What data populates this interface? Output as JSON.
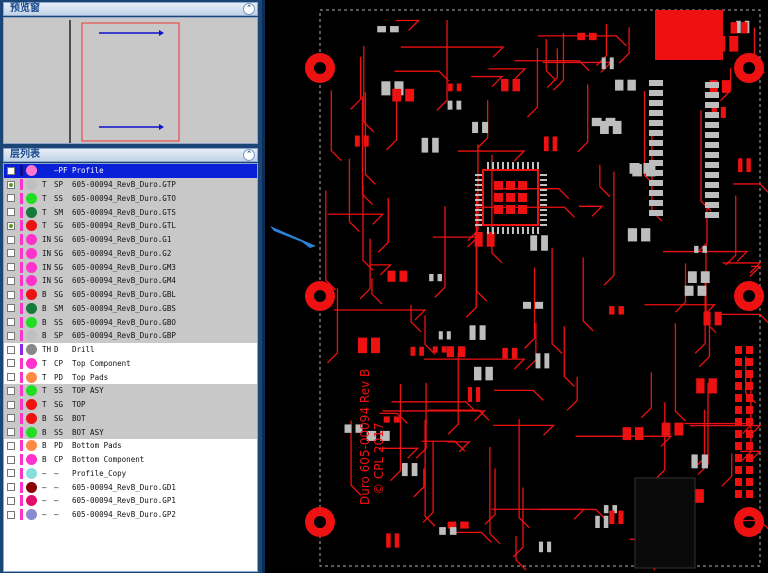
{
  "preview": {
    "title": "预览窗",
    "collapse": "⌃"
  },
  "layers": {
    "title": "层列表",
    "collapse": "⌃",
    "rows": [
      {
        "checked": false,
        "bar": "#0a0a8a",
        "dot": "#ff77cc",
        "side": "",
        "fn": "—PF",
        "name": "Profile",
        "style": "sel"
      },
      {
        "checked": true,
        "bar": "#ff33cc",
        "dot": "#bfbfbf",
        "side": "T",
        "fn": "SP",
        "name": "605-00094_RevB_Duro.GTP",
        "style": "grey"
      },
      {
        "checked": false,
        "bar": "#ff33cc",
        "dot": "#22dd22",
        "side": "T",
        "fn": "SS",
        "name": "605-00094_RevB_Duro.GTO",
        "style": "grey"
      },
      {
        "checked": false,
        "bar": "#ff33cc",
        "dot": "#157a3a",
        "side": "T",
        "fn": "SM",
        "name": "605-00094_RevB_Duro.GTS",
        "style": "grey"
      },
      {
        "checked": true,
        "bar": "#ff33cc",
        "dot": "#ee1111",
        "side": "T",
        "fn": "SG",
        "name": "605-00094_RevB_Duro.GTL",
        "style": "grey"
      },
      {
        "checked": false,
        "bar": "#ff33cc",
        "dot": "#ff33cc",
        "side": "IN",
        "fn": "SG",
        "name": "605-00094_RevB_Duro.G1",
        "style": "grey"
      },
      {
        "checked": false,
        "bar": "#ff33cc",
        "dot": "#ff33cc",
        "side": "IN",
        "fn": "SG",
        "name": "605-00094_RevB_Duro.G2",
        "style": "grey"
      },
      {
        "checked": false,
        "bar": "#ff33cc",
        "dot": "#ff33cc",
        "side": "IN",
        "fn": "SG",
        "name": "605-00094_RevB_Duro.GM3",
        "style": "grey"
      },
      {
        "checked": false,
        "bar": "#ff33cc",
        "dot": "#ff33cc",
        "side": "IN",
        "fn": "SG",
        "name": "605-00094_RevB_Duro.GM4",
        "style": "grey"
      },
      {
        "checked": false,
        "bar": "#ff33cc",
        "dot": "#ee1111",
        "side": "B",
        "fn": "SG",
        "name": "605-00094_RevB_Duro.GBL",
        "style": "grey"
      },
      {
        "checked": false,
        "bar": "#ff33cc",
        "dot": "#157a3a",
        "side": "B",
        "fn": "SM",
        "name": "605-00094_RevB_Duro.GBS",
        "style": "grey"
      },
      {
        "checked": false,
        "bar": "#ff33cc",
        "dot": "#22dd22",
        "side": "B",
        "fn": "SS",
        "name": "605-00094_RevB_Duro.GBO",
        "style": "grey"
      },
      {
        "checked": false,
        "bar": "#ff33cc",
        "dot": "#bfbfbf",
        "side": "B",
        "fn": "SP",
        "name": "605-00094_RevB_Duro.GBP",
        "style": "grey"
      },
      {
        "checked": false,
        "bar": "#8a2be2",
        "dot": "#888888",
        "side": "TH",
        "fn": "D",
        "name": "Drill",
        "style": "white"
      },
      {
        "checked": false,
        "bar": "#ff33cc",
        "dot": "#ff33cc",
        "side": "T",
        "fn": "CP",
        "name": "Top Component",
        "style": "white"
      },
      {
        "checked": false,
        "bar": "#ff33cc",
        "dot": "#ff8844",
        "side": "T",
        "fn": "PD",
        "name": "Top Pads",
        "style": "white"
      },
      {
        "checked": false,
        "bar": "#ff33cc",
        "dot": "#22dd22",
        "side": "T",
        "fn": "SS",
        "name": "TOP ASY",
        "style": "grey"
      },
      {
        "checked": false,
        "bar": "#ff33cc",
        "dot": "#ee1111",
        "side": "T",
        "fn": "SG",
        "name": "TOP",
        "style": "grey"
      },
      {
        "checked": false,
        "bar": "#ff33cc",
        "dot": "#ee1111",
        "side": "B",
        "fn": "SG",
        "name": "BOT",
        "style": "grey"
      },
      {
        "checked": false,
        "bar": "#ff33cc",
        "dot": "#22dd22",
        "side": "B",
        "fn": "SS",
        "name": "BOT ASY",
        "style": "grey"
      },
      {
        "checked": false,
        "bar": "#ff33cc",
        "dot": "#ff8844",
        "side": "B",
        "fn": "PD",
        "name": "Bottom Pads",
        "style": "white"
      },
      {
        "checked": false,
        "bar": "#ff33cc",
        "dot": "#ff33cc",
        "side": "B",
        "fn": "CP",
        "name": "Bottom Component",
        "style": "white"
      },
      {
        "checked": false,
        "bar": "#ff33cc",
        "dot": "#88dddd",
        "side": "—",
        "fn": "—",
        "name": "Profile_Copy",
        "style": "white"
      },
      {
        "checked": false,
        "bar": "#ff33cc",
        "dot": "#8b0000",
        "side": "—",
        "fn": "—",
        "name": "605-00094_RevB_Duro.GD1",
        "style": "white"
      },
      {
        "checked": false,
        "bar": "#ff33cc",
        "dot": "#e0106a",
        "side": "—",
        "fn": "—",
        "name": "605-00094_RevB_Duro.GP1",
        "style": "white"
      },
      {
        "checked": false,
        "bar": "#ff33cc",
        "dot": "#8a8ad0",
        "side": "—",
        "fn": "—",
        "name": "605-00094_RevB_Duro.GP2",
        "style": "white"
      }
    ]
  },
  "board": {
    "silk_text": [
      "Duro  605-00094  Rev B",
      "© CPL 2017"
    ],
    "trace_color": "#ee1111"
  }
}
